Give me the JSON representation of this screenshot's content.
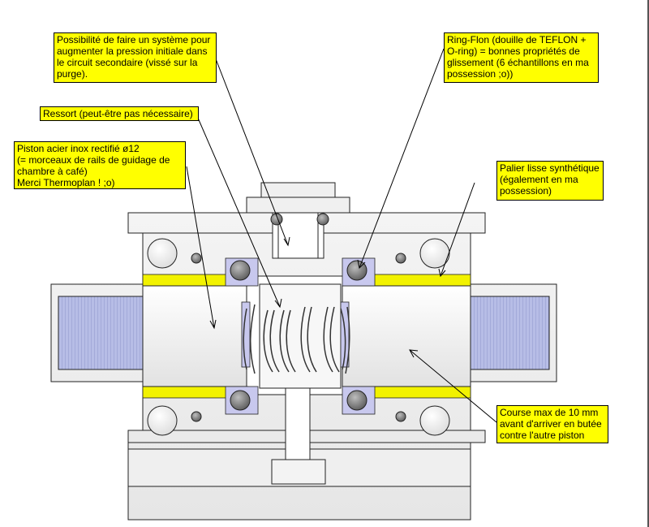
{
  "callouts": {
    "pressure": "Possibilité de faire un système pour\naugmenter la pression initiale dans\nle circuit secondaire (vissé sur la\npurge).",
    "ringflon": "Ring-Flon (douille de TEFLON +\nO-ring) = bonnes propriétés de\nglissement (6 échantillons en ma\npossession ;o))",
    "spring": "Ressort (peut-être pas nécessaire)",
    "piston": "Piston acier inox rectifié ø12\n(= morceaux de rails de guidage de\nchambre à café)\nMerci Thermoplan ! ;o)",
    "bearing": "Palier lisse synthétique\n(également en ma\npossession)",
    "stroke": "Course max de 10 mm\navant d'arriver en butée\ncontre l'autre piston"
  },
  "colors": {
    "callout_fill": "#ffff00",
    "bearing_yellow": "#f2f200",
    "thread_blue": "#b7bde6",
    "oring_gray": "#8a8a8a",
    "seal_lilac": "#c8c8ee"
  }
}
